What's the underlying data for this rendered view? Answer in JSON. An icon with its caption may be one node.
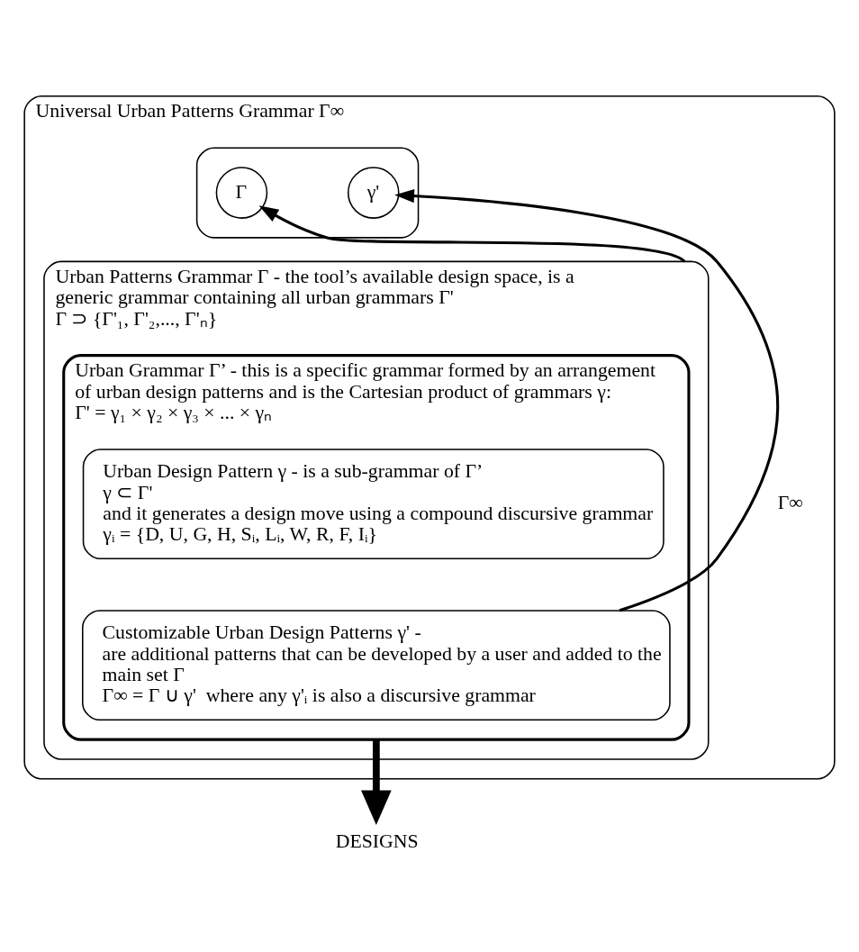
{
  "diagram": {
    "nodes": [
      {
        "text": [
          "Universal Urban Patterns Grammar Γ∞"
        ]
      },
      {
        "text": [],
        "shape": "ellipse",
        "in": 0
      },
      {
        "text": [
          "Γ"
        ],
        "in": 1
      },
      {
        "text": [
          "γ'"
        ],
        "in": 1
      },
      {
        "text": [
          "Urban Patterns Grammar Γ - the tool’s available design space, is a generic grammar containing all urban grammars Γ'",
          "Γ ⊃ {Γ'₁, Γ'₂,..., Γ'ₙ}"
        ],
        "in": 0
      },
      {
        "text": [
          "Urban Grammar Γ’ - this is a specific grammar formed by an arrangement of urban design patterns and is the Cartesian product of grammars γ:",
          "Γ' = γ₁ × γ₂ × γ₃ × ... × γₙ"
        ],
        "in": 4
      },
      {
        "text": [
          "Urban Design Pattern γ - is a sub-grammar of Γ’",
          "γ ⊂ Γ'",
          "and it generates a design move using a compound discursive grammar",
          "γᵢ = {D, U, G, H, Sᵢ, Lᵢ, W, R, F, Iᵢ}"
        ],
        "in": 5
      },
      {
        "text": [
          "Customizable Urban Design Patterns γ' -",
          "are additional patterns that can be developed by a user and added to the main set Γ",
          "Γ∞ = Γ ∪ γ'  where any γ'ᵢ is also a discursive grammar"
        ],
        "in": 5
      },
      {
        "text": [
          "DESIGNS"
        ]
      }
    ],
    "edges": [
      {
        "from": 4,
        "to": 2,
        "arrow": "to"
      },
      {
        "from": 7,
        "to": 3,
        "arrow": "to",
        "label": "Γ∞"
      },
      {
        "from": 5,
        "to": 8,
        "arrow": "to",
        "style": "thick"
      }
    ]
  }
}
